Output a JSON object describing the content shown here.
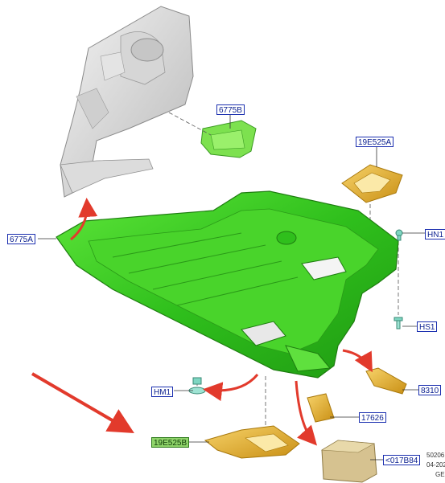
{
  "callouts": {
    "bracket_top": "6775B",
    "shield_left": "6775A",
    "pad_top_right": "19E525A",
    "clip_hn1": "HN1",
    "bolt_hs1": "HS1",
    "clip_hm1": "HM1",
    "pad_bottom_left": "19E525B",
    "bracket_8310": "8310",
    "strip_17626": "17626",
    "block_017b84": "<017B84"
  },
  "stamp": {
    "line1": "50206",
    "line2": "04-202",
    "line3": "GE"
  },
  "colors": {
    "shield_green": "#3fcf26",
    "part_yellow": "#e3b22a",
    "arrow_red": "#e23a2c",
    "callout_blue": "#1b2fb0",
    "callout_green": "#8fd46a"
  }
}
